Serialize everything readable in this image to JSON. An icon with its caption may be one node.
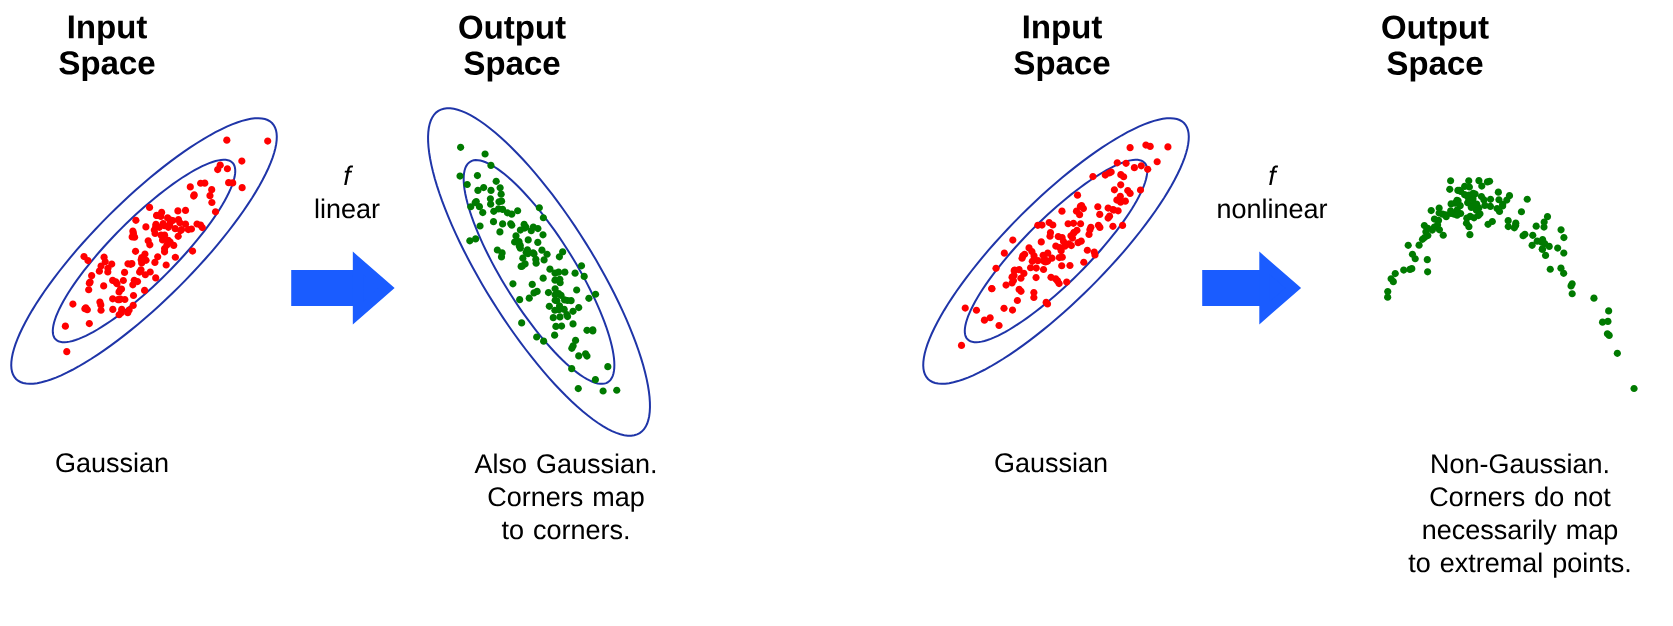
{
  "diagram": {
    "nodes": [
      {
        "text": [
          "Input Space"
        ],
        "beside": [
          "Gaussian"
        ]
      },
      {
        "text": [
          "Output Space"
        ],
        "beside": [
          "Also Gaussian. Corners map to corners."
        ]
      },
      {
        "text": [
          "Input Space"
        ],
        "beside": [
          "Gaussian"
        ]
      },
      {
        "text": [
          "Output Space"
        ],
        "beside": [
          "Non-Gaussian. Corners do not necessarily map to extremal points."
        ]
      }
    ],
    "edges": [
      {
        "from": 0,
        "to": 1,
        "arrow": "to",
        "label": "*f* linear"
      },
      {
        "from": 2,
        "to": 3,
        "arrow": "to",
        "label": "*f* nonlinear"
      }
    ]
  }
}
